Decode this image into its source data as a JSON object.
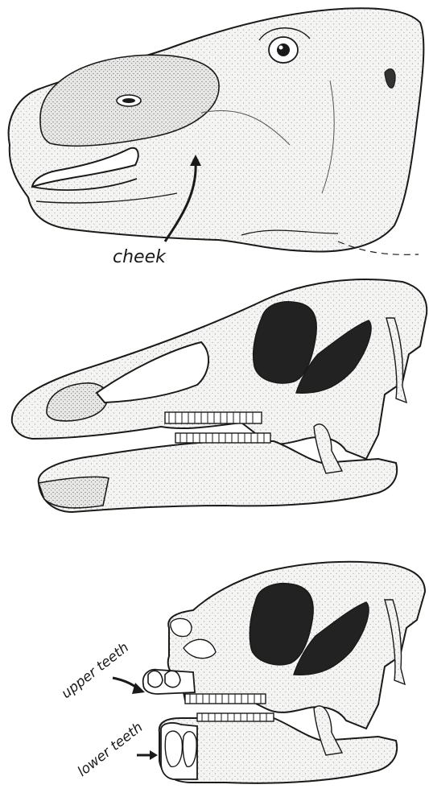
{
  "figure": {
    "panels": [
      {
        "name": "head-with-cheek",
        "labels": {
          "cheek": "cheek"
        }
      },
      {
        "name": "skull-complete"
      },
      {
        "name": "skull-teeth-exposed",
        "labels": {
          "upper_teeth": "upper teeth",
          "lower_teeth": "lower teeth"
        }
      }
    ]
  },
  "colors": {
    "ink": "#1a1a1a",
    "bone": "#f4f4f2",
    "fenestra": "#222222"
  }
}
